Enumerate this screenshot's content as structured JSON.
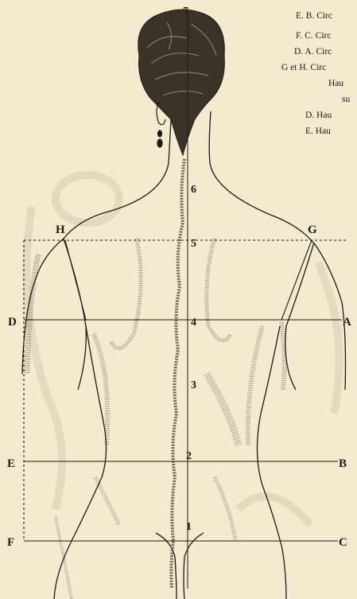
{
  "legend": {
    "lines": [
      "E. B. Circ",
      "F. C. Circ",
      "D. A. Circ",
      "G et H. Circ",
      "Hau",
      "su",
      "D. Hau",
      "E. Hau"
    ]
  },
  "points": {
    "H": "H",
    "G": "G",
    "D": "D",
    "A": "A",
    "E": "E",
    "B": "B",
    "F": "F",
    "C": "C"
  },
  "spine_numbers": [
    "7",
    "6",
    "5",
    "4",
    "3",
    "2",
    "1"
  ],
  "colors": {
    "paper": "#f3ead0",
    "ink": "#1e1a14",
    "hatch": "#7d7466",
    "ghost": "#ddd3b8"
  }
}
